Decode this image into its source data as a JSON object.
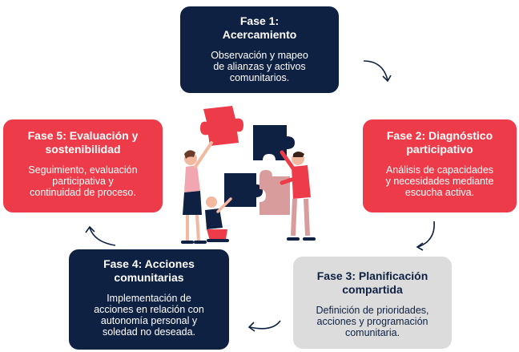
{
  "phases": [
    {
      "title_line1": "Fase 1:",
      "title_line2": "Acercamiento",
      "desc_lines": [
        "Observación y mapeo",
        "de alianzas y activos",
        "comunitarios."
      ]
    },
    {
      "title_line1": "Fase 2: Diagnóstico",
      "title_line2": "participativo",
      "desc_lines": [
        "Análisis de capacidades",
        "y necesidades mediante",
        "escucha activa."
      ]
    },
    {
      "title_line1": "Fase 3: Planificación",
      "title_line2": "compartida",
      "desc_lines": [
        "Definición de prioridades,",
        "acciones y programación",
        "comunitaria."
      ]
    },
    {
      "title_line1": "Fase 4: Acciones",
      "title_line2": "comunitarias",
      "desc_lines": [
        "Implementación de",
        "acciones en relación con",
        "autonomía personal y",
        "soledad no deseada."
      ]
    },
    {
      "title_line1": "Fase 5: Evaluación y",
      "title_line2": "sostenibilidad",
      "desc_lines": [
        "Seguimiento, evaluación",
        "participativa y",
        "continuidad de proceso."
      ]
    }
  ],
  "colors": {
    "navy": "#0f2142",
    "red": "#ee3b49",
    "grey": "#dcdcdc",
    "puzzle_pink": "#d99c9c"
  },
  "icons": {
    "arrows": "curved-arrow-icon",
    "illustration": "people-assembling-puzzle-illustration"
  }
}
